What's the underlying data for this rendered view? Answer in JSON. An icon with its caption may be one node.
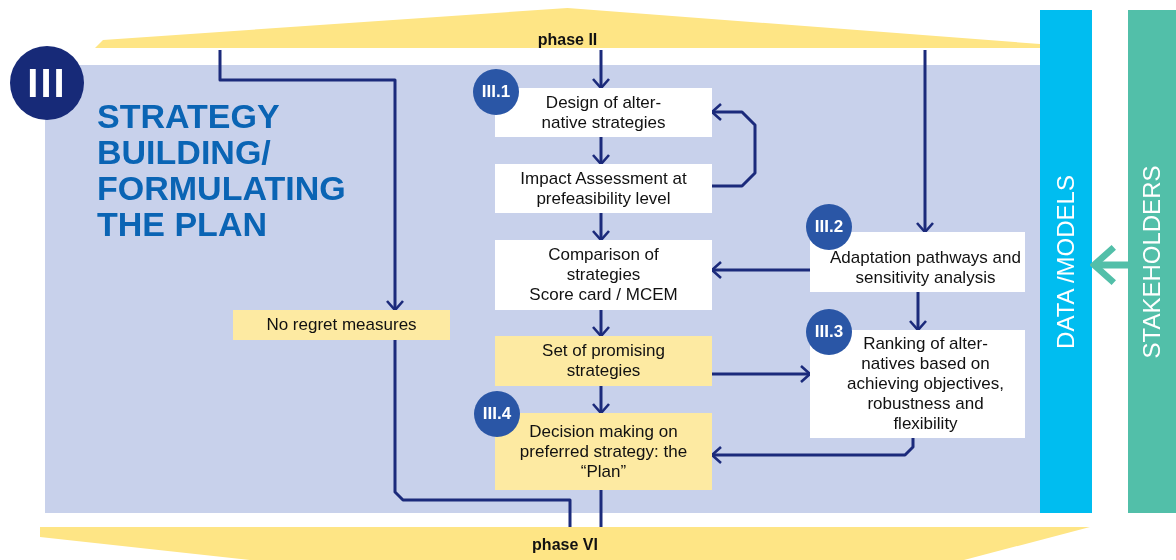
{
  "diagram": {
    "nodes": [
      {
        "text": [
          "phase II"
        ]
      },
      {
        "text": [
          "STRATEGY BUILDING/ FORMULATING THE PLAN"
        ]
      },
      {
        "text": [
          "III"
        ]
      },
      {
        "text": [
          "III.1"
        ],
        "in": 1
      },
      {
        "text": [
          "Design of alter- native strategies"
        ],
        "in": 1
      },
      {
        "text": [
          "Impact Assessment at prefeasibility level"
        ],
        "in": 1
      },
      {
        "text": [
          "Comparison of strategies",
          "Score card / MCEM"
        ],
        "in": 1
      },
      {
        "text": [
          "III.2"
        ],
        "in": 1
      },
      {
        "text": [
          "Adaptation pathways and sensitivity analysis"
        ],
        "in": 1
      },
      {
        "text": [
          "No regret measures"
        ],
        "in": 1
      },
      {
        "text": [
          "Set of promising strategies"
        ],
        "in": 1
      },
      {
        "text": [
          "III.3"
        ],
        "in": 1
      },
      {
        "text": [
          "Ranking of alter- natives based on achieving objectives, robustness and flexibility"
        ],
        "in": 1
      },
      {
        "text": [
          "III.4"
        ],
        "in": 1
      },
      {
        "text": [
          "Decision making on preferred strategy: the “Plan”"
        ],
        "in": 1
      },
      {
        "text": [
          "phase VI"
        ]
      },
      {
        "text": [
          "DATA /MODELS"
        ]
      },
      {
        "text": [
          "STAKEHOLDERS"
        ]
      }
    ],
    "edges": [
      {
        "from": 0,
        "to": 4,
        "arrow": "to"
      },
      {
        "from": 0,
        "to": 9,
        "arrow": "to"
      },
      {
        "from": 0,
        "to": 8,
        "arrow": "to"
      },
      {
        "from": 4,
        "to": 5,
        "arrow": "to"
      },
      {
        "from": 5,
        "to": 4,
        "arrow": "to"
      },
      {
        "from": 5,
        "to": 6,
        "arrow": "to"
      },
      {
        "from": 8,
        "to": 6,
        "arrow": "to"
      },
      {
        "from": 6,
        "to": 10,
        "arrow": "to"
      },
      {
        "from": 8,
        "to": 12,
        "arrow": "to"
      },
      {
        "from": 10,
        "to": 12,
        "arrow": "to"
      },
      {
        "from": 10,
        "to": 14,
        "arrow": "to"
      },
      {
        "from": 12,
        "to": 14,
        "arrow": "to"
      },
      {
        "from": 9,
        "to": 15,
        "arrow": "none"
      },
      {
        "from": 14,
        "to": 15,
        "arrow": "none"
      },
      {
        "from": 17,
        "to": 16,
        "arrow": "to",
        "style": "thick",
        "color": "#52bfa9"
      }
    ]
  }
}
